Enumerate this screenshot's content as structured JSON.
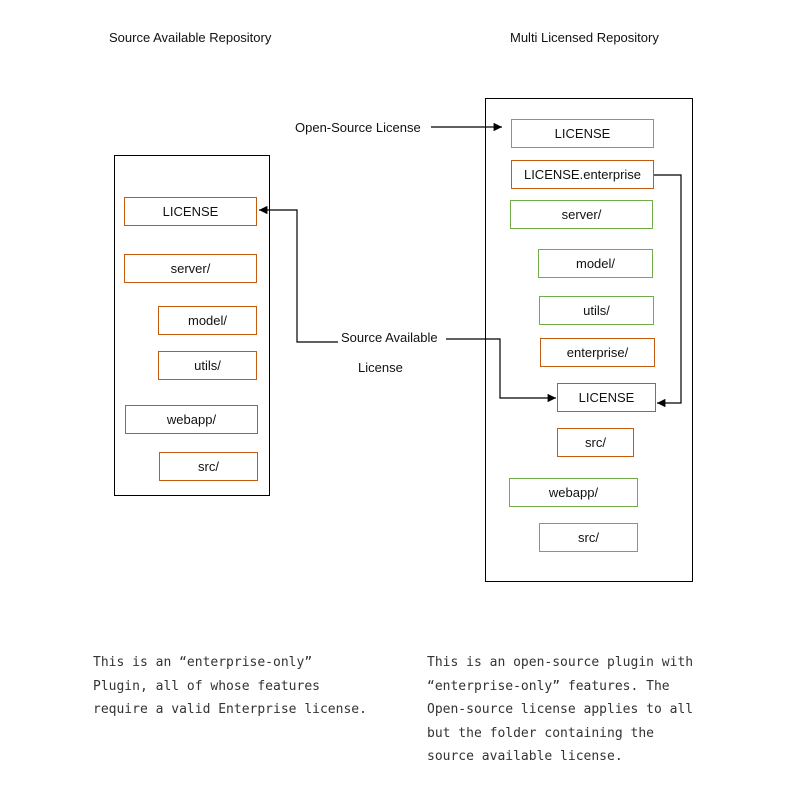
{
  "colors": {
    "source_available": "#c55a11",
    "open_source": "#70ad47",
    "outline": "#000000"
  },
  "left": {
    "title": "Source Available Repository",
    "items": [
      "LICENSE",
      "server/",
      "model/",
      "utils/",
      "webapp/",
      "src/"
    ],
    "note": [
      "This is an “enterprise-only”",
      "Plugin, all of whose features",
      "require a valid Enterprise license."
    ]
  },
  "right": {
    "title": "Multi Licensed Repository",
    "items": [
      "LICENSE",
      "LICENSE.enterprise",
      "server/",
      "model/",
      "utils/",
      "enterprise/",
      "LICENSE",
      "src/",
      "webapp/",
      "src/"
    ],
    "note": [
      "This is an open-source plugin with",
      "“enterprise-only” features. The",
      "Open-source license applies to all",
      "but the folder containing the",
      "source available license."
    ]
  },
  "labels": {
    "open_source": "Open-Source License",
    "source_available_1": "Source Available",
    "source_available_2": "License"
  }
}
